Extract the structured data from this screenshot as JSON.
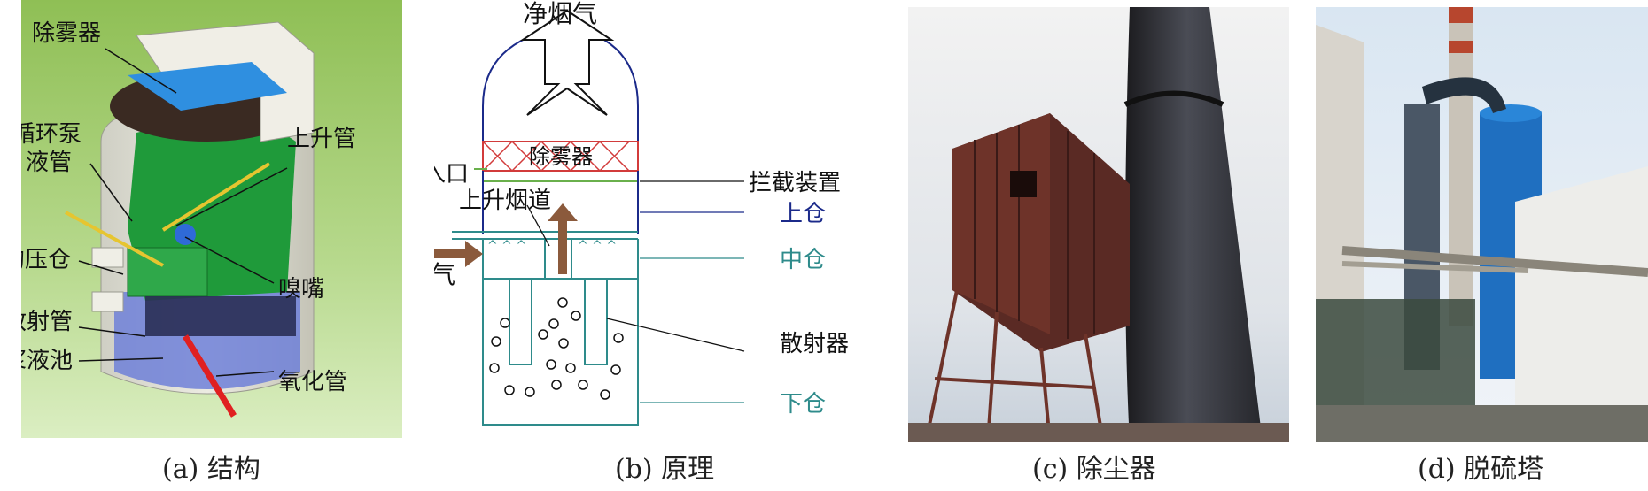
{
  "panel_a": {
    "caption": "(a) 结构",
    "labels": {
      "demister": "除雾器",
      "circulating_pump_line1": "循环泵",
      "circulating_pump_line2": "液管",
      "riser": "上升管",
      "pressure_equalizing": "均压仓",
      "nozzle": "嗅嘴",
      "sparger_pipe": "散射管",
      "slurry_pool": "浆液池",
      "oxidation_pipe": "氧化管"
    }
  },
  "panel_b": {
    "caption": "(b) 原理",
    "labels": {
      "clean_gas": "净烟气",
      "demister": "除雾器",
      "water_inlet": "水进入口",
      "intercept_device": "拦截装置",
      "riser_flue": "上升烟道",
      "upper_chamber": "上仓",
      "raw_gas": "原烟气",
      "middle_chamber": "中仓",
      "sparger": "散射器",
      "lower_chamber": "下仓"
    }
  },
  "panel_c": {
    "caption": "(c) 除尘器"
  },
  "panel_d": {
    "caption": "(d) 脱硫塔"
  },
  "colors": {
    "navy": "#1b2a8a",
    "teal": "#2e8b8b",
    "green_line": "#6ab04c",
    "red_hatch": "#d23b3b",
    "brown_arrow": "#8b5a3c"
  }
}
